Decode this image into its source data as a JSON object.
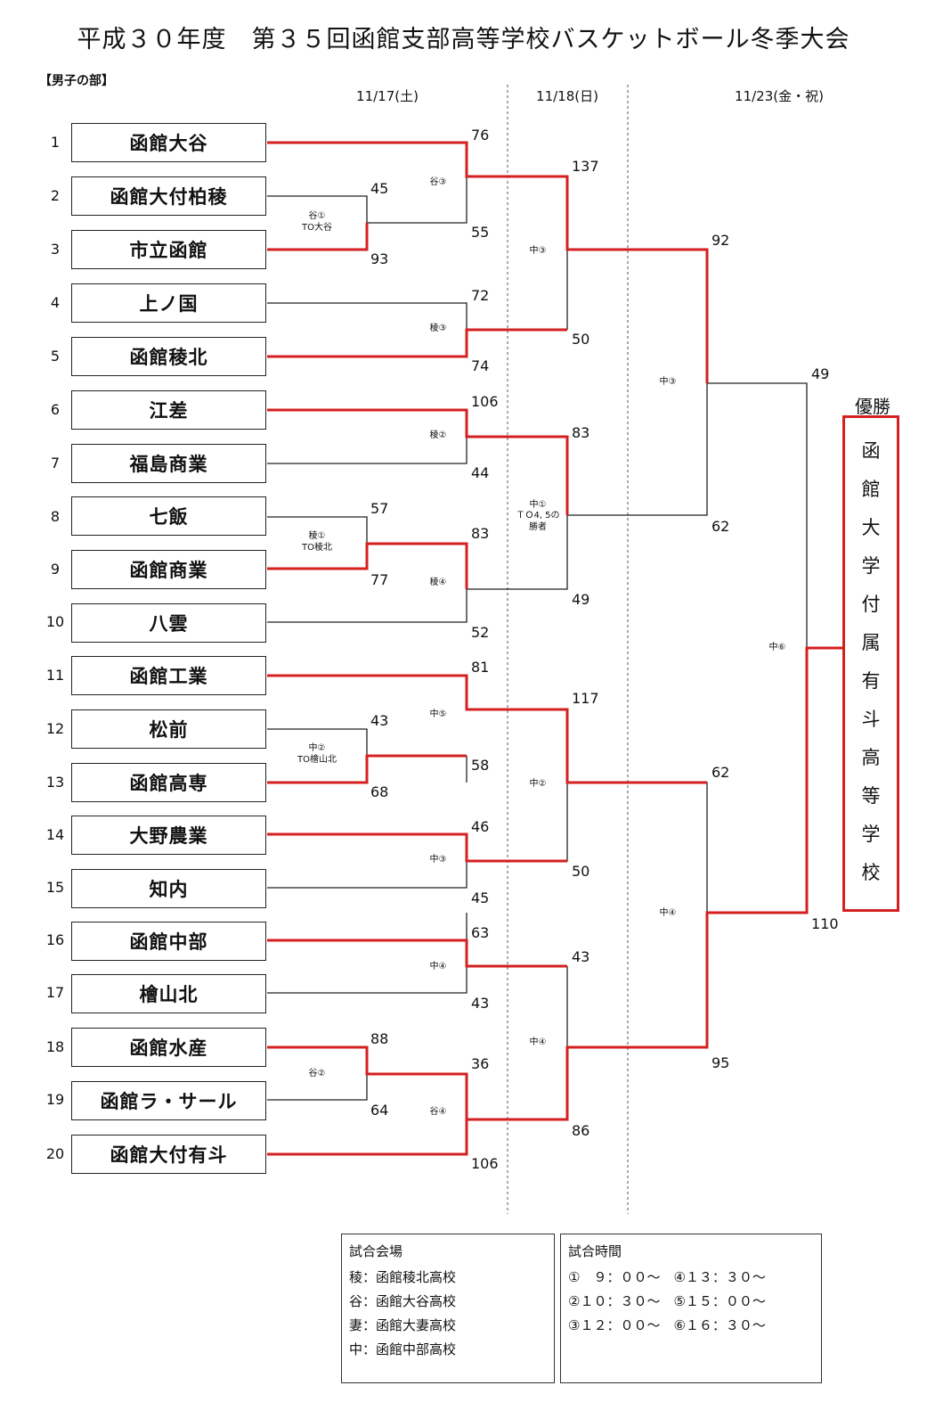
{
  "title": "平成３０年度　第３５回函館支部高等学校バスケットボール冬季大会",
  "division": "【男子の部】",
  "dates": [
    "11/17(土)",
    "11/18(日)",
    "11/23(金・祝)"
  ],
  "teams": [
    {
      "seed": "1",
      "name": "函館大谷"
    },
    {
      "seed": "2",
      "name": "函館大付柏稜"
    },
    {
      "seed": "3",
      "name": "市立函館"
    },
    {
      "seed": "4",
      "name": "上ノ国"
    },
    {
      "seed": "5",
      "name": "函館稜北"
    },
    {
      "seed": "6",
      "name": "江差"
    },
    {
      "seed": "7",
      "name": "福島商業"
    },
    {
      "seed": "8",
      "name": "七飯"
    },
    {
      "seed": "9",
      "name": "函館商業"
    },
    {
      "seed": "10",
      "name": "八雲"
    },
    {
      "seed": "11",
      "name": "函館工業"
    },
    {
      "seed": "12",
      "name": "松前"
    },
    {
      "seed": "13",
      "name": "函館高専"
    },
    {
      "seed": "14",
      "name": "大野農業"
    },
    {
      "seed": "15",
      "name": "知内"
    },
    {
      "seed": "16",
      "name": "函館中部"
    },
    {
      "seed": "17",
      "name": "檜山北"
    },
    {
      "seed": "18",
      "name": "函館水産"
    },
    {
      "seed": "19",
      "name": "函館ラ・サール"
    },
    {
      "seed": "20",
      "name": "函館大付有斗"
    }
  ],
  "scores": [
    "76",
    "45",
    "55",
    "93",
    "72",
    "74",
    "106",
    "44",
    "57",
    "83",
    "77",
    "52",
    "81",
    "43",
    "58",
    "68",
    "46",
    "45",
    "63",
    "43",
    "88",
    "36",
    "64",
    "106",
    "137",
    "50",
    "83",
    "49",
    "117",
    "50",
    "43",
    "86",
    "92",
    "62",
    "62",
    "95",
    "49",
    "110"
  ],
  "venues": [
    "谷③",
    "谷①",
    "TO大谷",
    "稜③",
    "稜②",
    "稜①",
    "TO稜北",
    "稜④",
    "中⑤",
    "中②",
    "TO檜山北",
    "中③",
    "中④",
    "谷②",
    "谷④",
    "中③",
    "中①",
    "ＴＯ4, 5の",
    "勝者",
    "中②",
    "中④",
    "中③",
    "中④",
    "中⑥"
  ],
  "champion": {
    "label": "優勝",
    "name_chars": [
      "函",
      "館",
      "大",
      "学",
      "付",
      "属",
      "有",
      "斗",
      "高",
      "等",
      "学",
      "校"
    ]
  },
  "venue_legend": {
    "header": "試合会場",
    "rows": [
      "稜：函館稜北高校",
      "谷：函館大谷高校",
      "妻：函館大妻高校",
      "中：函館中部高校"
    ]
  },
  "time_legend": {
    "header": "試合時間",
    "rows": [
      "①　９：００～　④１３：３０～",
      "②１０：３０～　⑤１５：００～",
      "③１２：００～　⑥１６：３０～"
    ]
  },
  "colors": {
    "winner_line": "#d42020",
    "line": "#222222"
  }
}
